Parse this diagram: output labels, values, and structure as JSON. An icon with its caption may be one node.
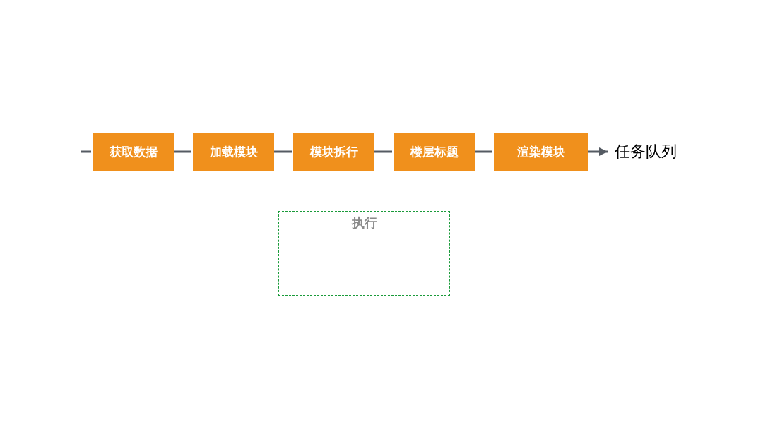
{
  "diagram": {
    "nodes": [
      {
        "text": [
          "获取数据"
        ]
      },
      {
        "text": [
          "加载模块"
        ]
      },
      {
        "text": [
          "模块拆行"
        ]
      },
      {
        "text": [
          "楼层标题"
        ]
      },
      {
        "text": [
          "渲染模块"
        ]
      },
      {
        "text": [
          "任务队列"
        ]
      },
      {
        "text": [
          "执行"
        ]
      }
    ],
    "edges": [
      {
        "from": null,
        "to": 0,
        "arrow": "none"
      },
      {
        "from": 0,
        "to": 1,
        "arrow": "none"
      },
      {
        "from": 1,
        "to": 2,
        "arrow": "none"
      },
      {
        "from": 2,
        "to": 3,
        "arrow": "none"
      },
      {
        "from": 3,
        "to": 4,
        "arrow": "none"
      },
      {
        "from": 4,
        "to": 5,
        "arrow": "to"
      }
    ]
  }
}
